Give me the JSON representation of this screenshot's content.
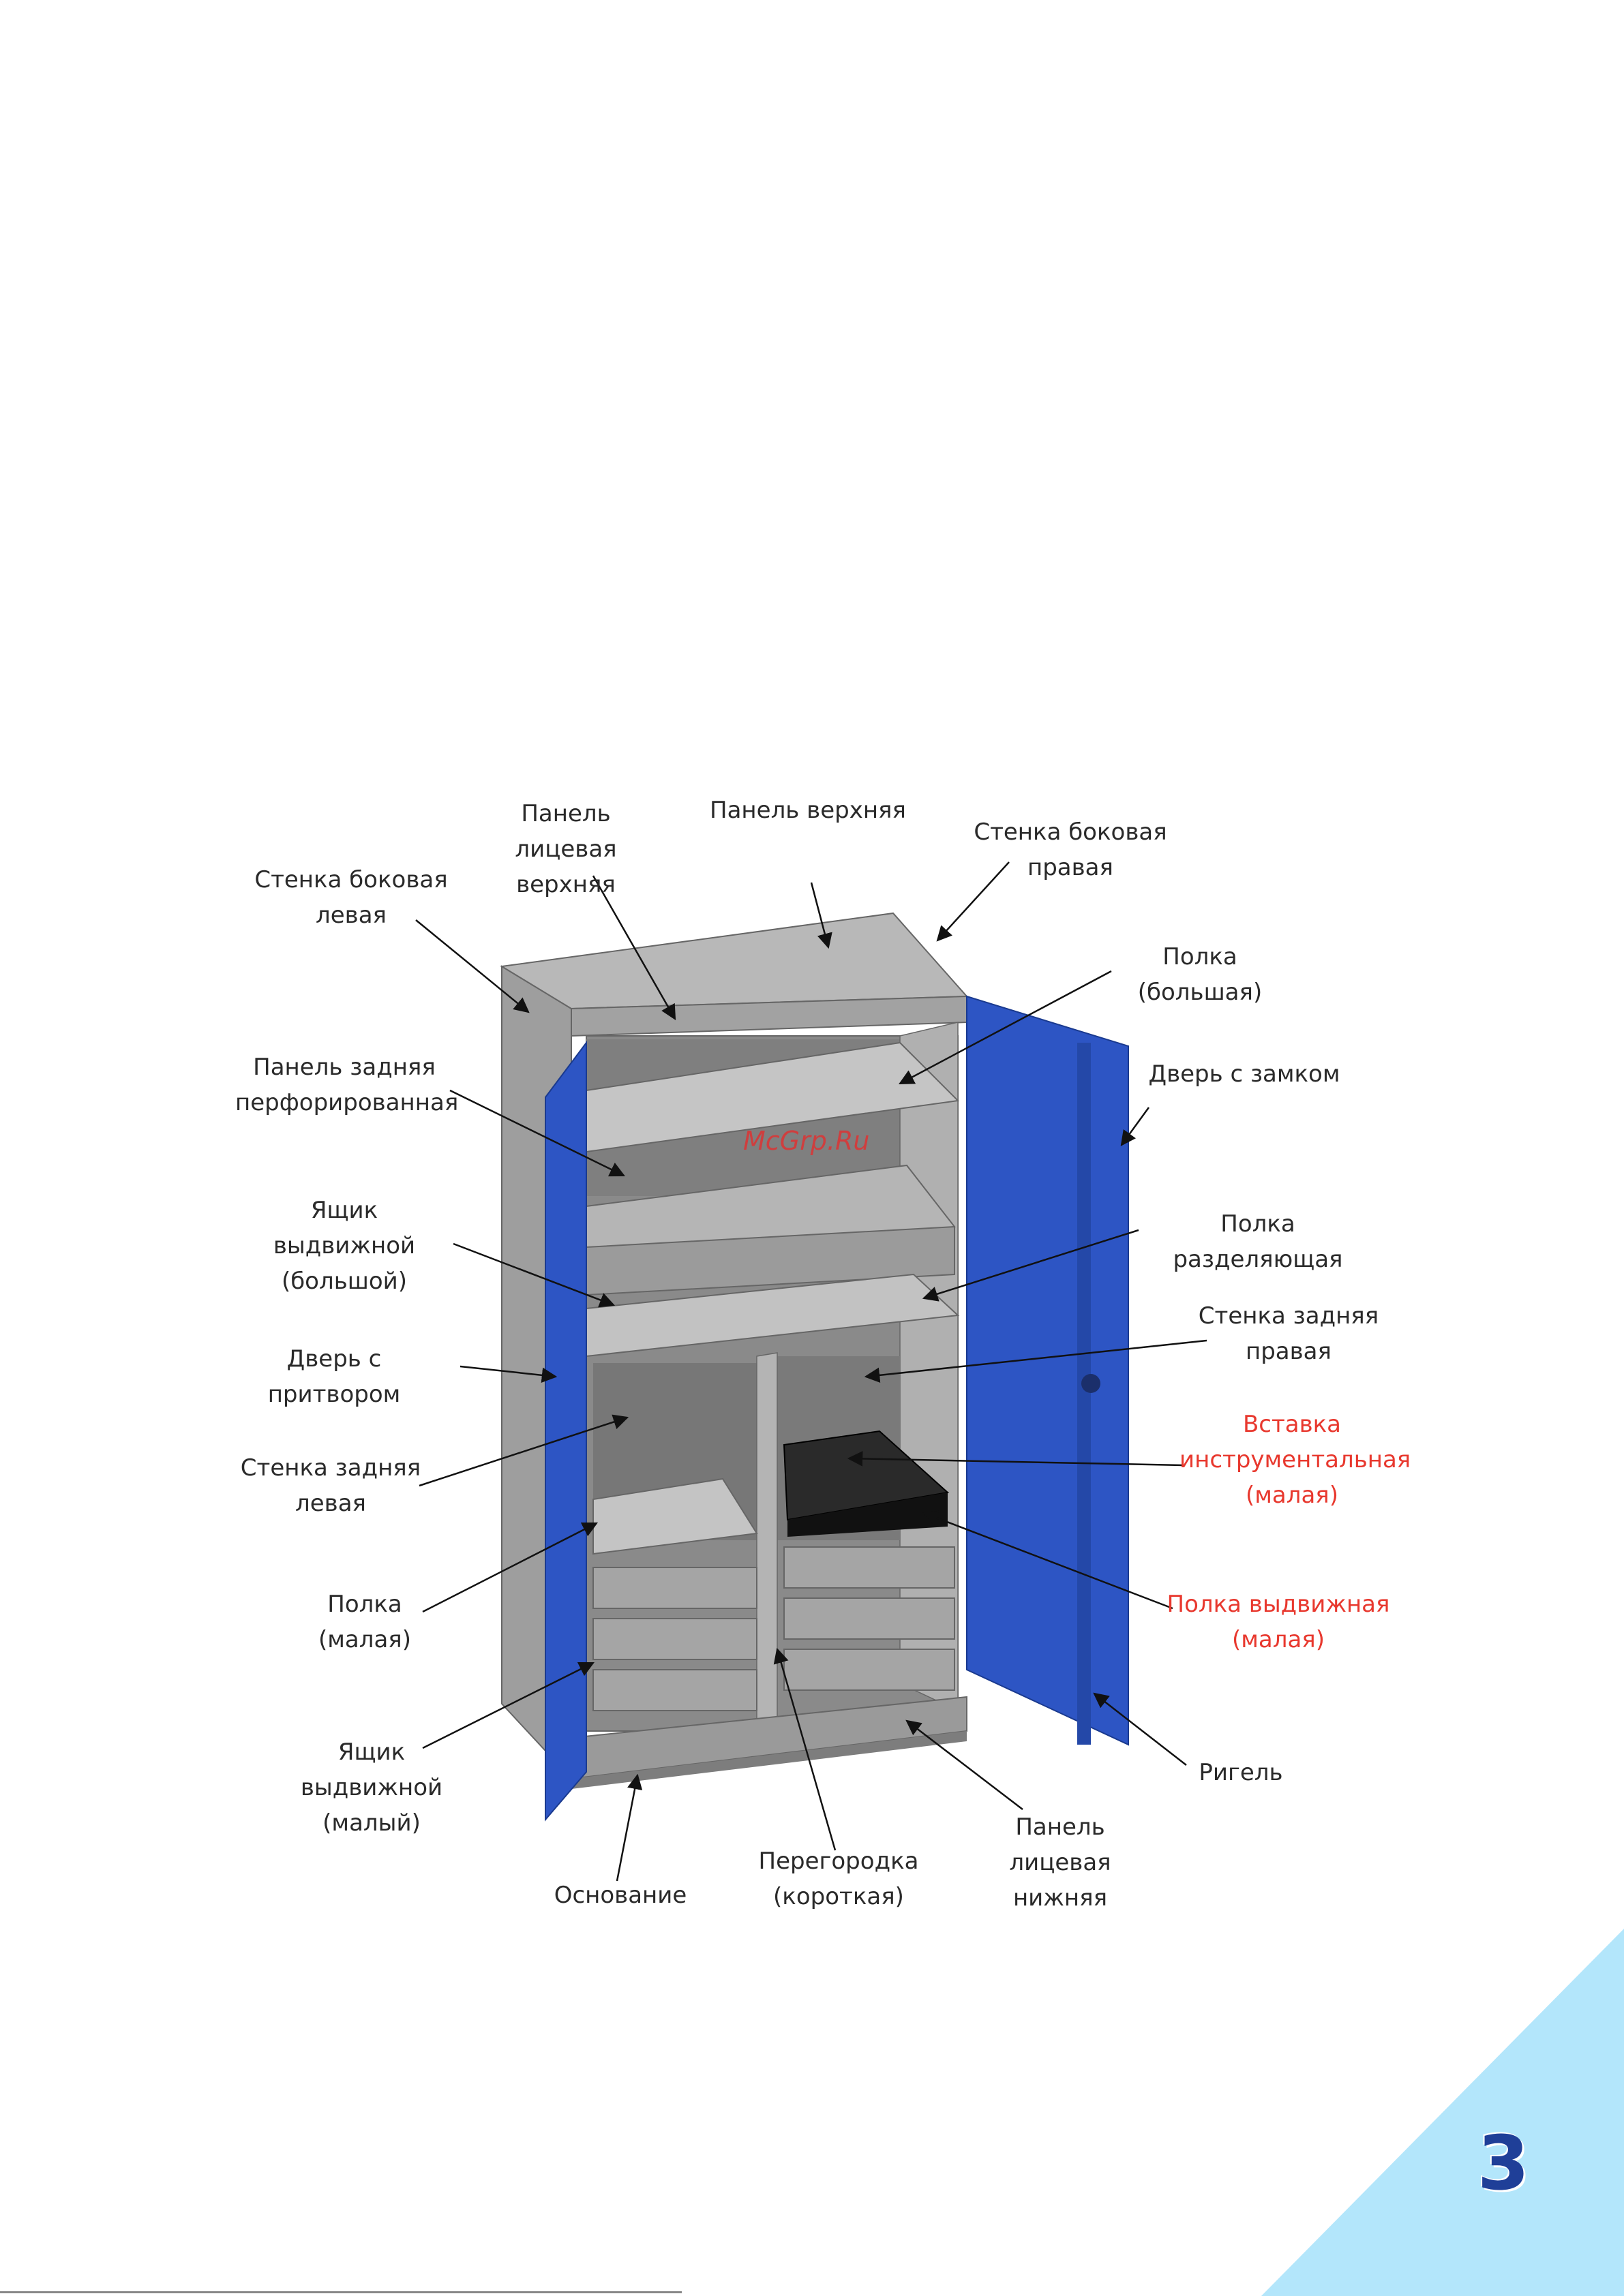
{
  "labels": {
    "side_left": "Стенка боковая\nлевая",
    "front_top": "Панель лицевая\nверхняя",
    "top_panel": "Панель верхняя",
    "side_right": "Стенка боковая\nправая",
    "shelf_big": "Полка (большая)",
    "back_perforated": "Панель задняя\nперфорированная",
    "door_lock": "Дверь с замком",
    "drawer_big": "Ящик выдвижной\n(большой)",
    "shelf_divider": "Полка разделяющая",
    "door_rebate": "Дверь с притвором",
    "back_right": "Стенка задняя\nправая",
    "back_left": "Стенка задняя\nлевая",
    "tool_insert": "Вставка\nинструментальная\n(малая)",
    "shelf_small": "Полка\n(малая)",
    "shelf_pullout": "Полка выдвижная\n(малая)",
    "drawer_small": "Ящик выдвижной\n(малый)",
    "bolt": "Ригель",
    "front_bottom": "Панель лицевая\nнижняя",
    "partition": "Перегородка\n(короткая)",
    "base": "Основание"
  },
  "watermark": "McGrp.Ru",
  "page_number": "3",
  "colors": {
    "door_blue": "#2d55c4",
    "body_grey": "#a9a9a9",
    "accent_red": "#e8382e",
    "corner_cyan": "#b3e6fb",
    "page_number": "#1f3f98"
  }
}
